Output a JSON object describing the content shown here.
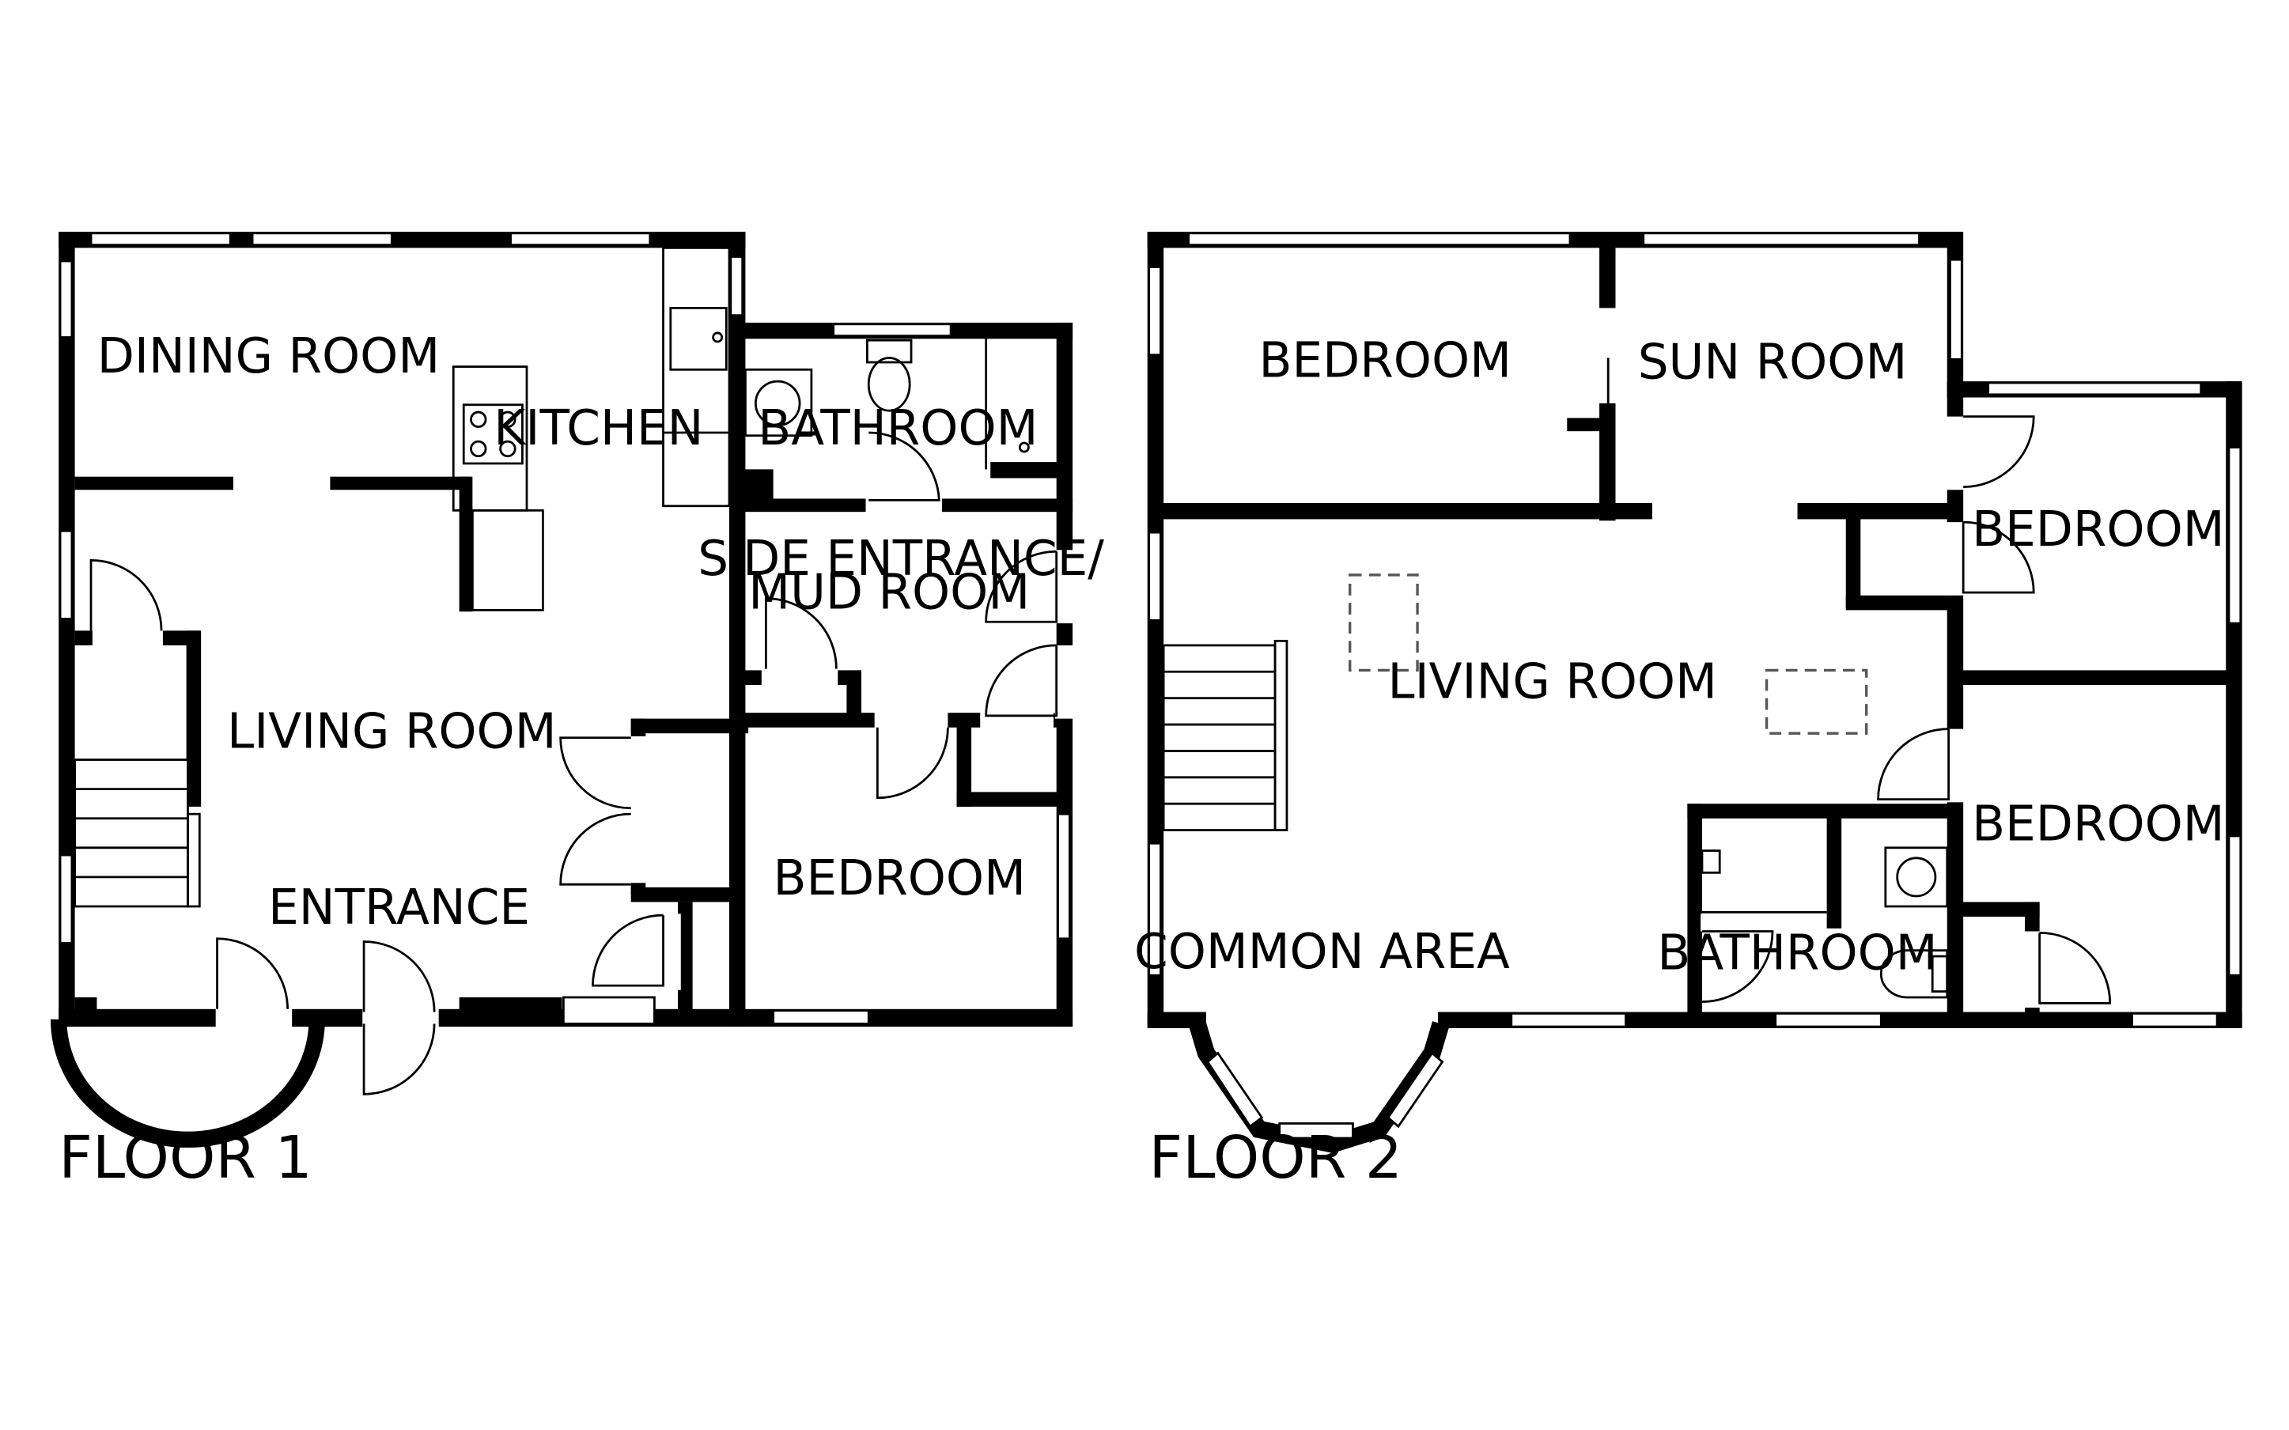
{
  "floors": [
    {
      "title": "FLOOR 1",
      "rooms": {
        "dining_room": "DINING ROOM",
        "kitchen": "KITCHEN",
        "bathroom": "BATHROOM",
        "side_entrance_l1": "SIDE ENTRANCE/",
        "side_entrance_l2": "MUD ROOM",
        "living_room": "LIVING ROOM",
        "bedroom": "BEDROOM",
        "entrance": "ENTRANCE"
      }
    },
    {
      "title": "FLOOR 2",
      "rooms": {
        "bedroom_nw": "BEDROOM",
        "sun_room": "SUN ROOM",
        "bedroom_e1": "BEDROOM",
        "living_room": "LIVING ROOM",
        "bedroom_e2": "BEDROOM",
        "common_area": "COMMON AREA",
        "bathroom": "BATHROOM"
      }
    }
  ]
}
